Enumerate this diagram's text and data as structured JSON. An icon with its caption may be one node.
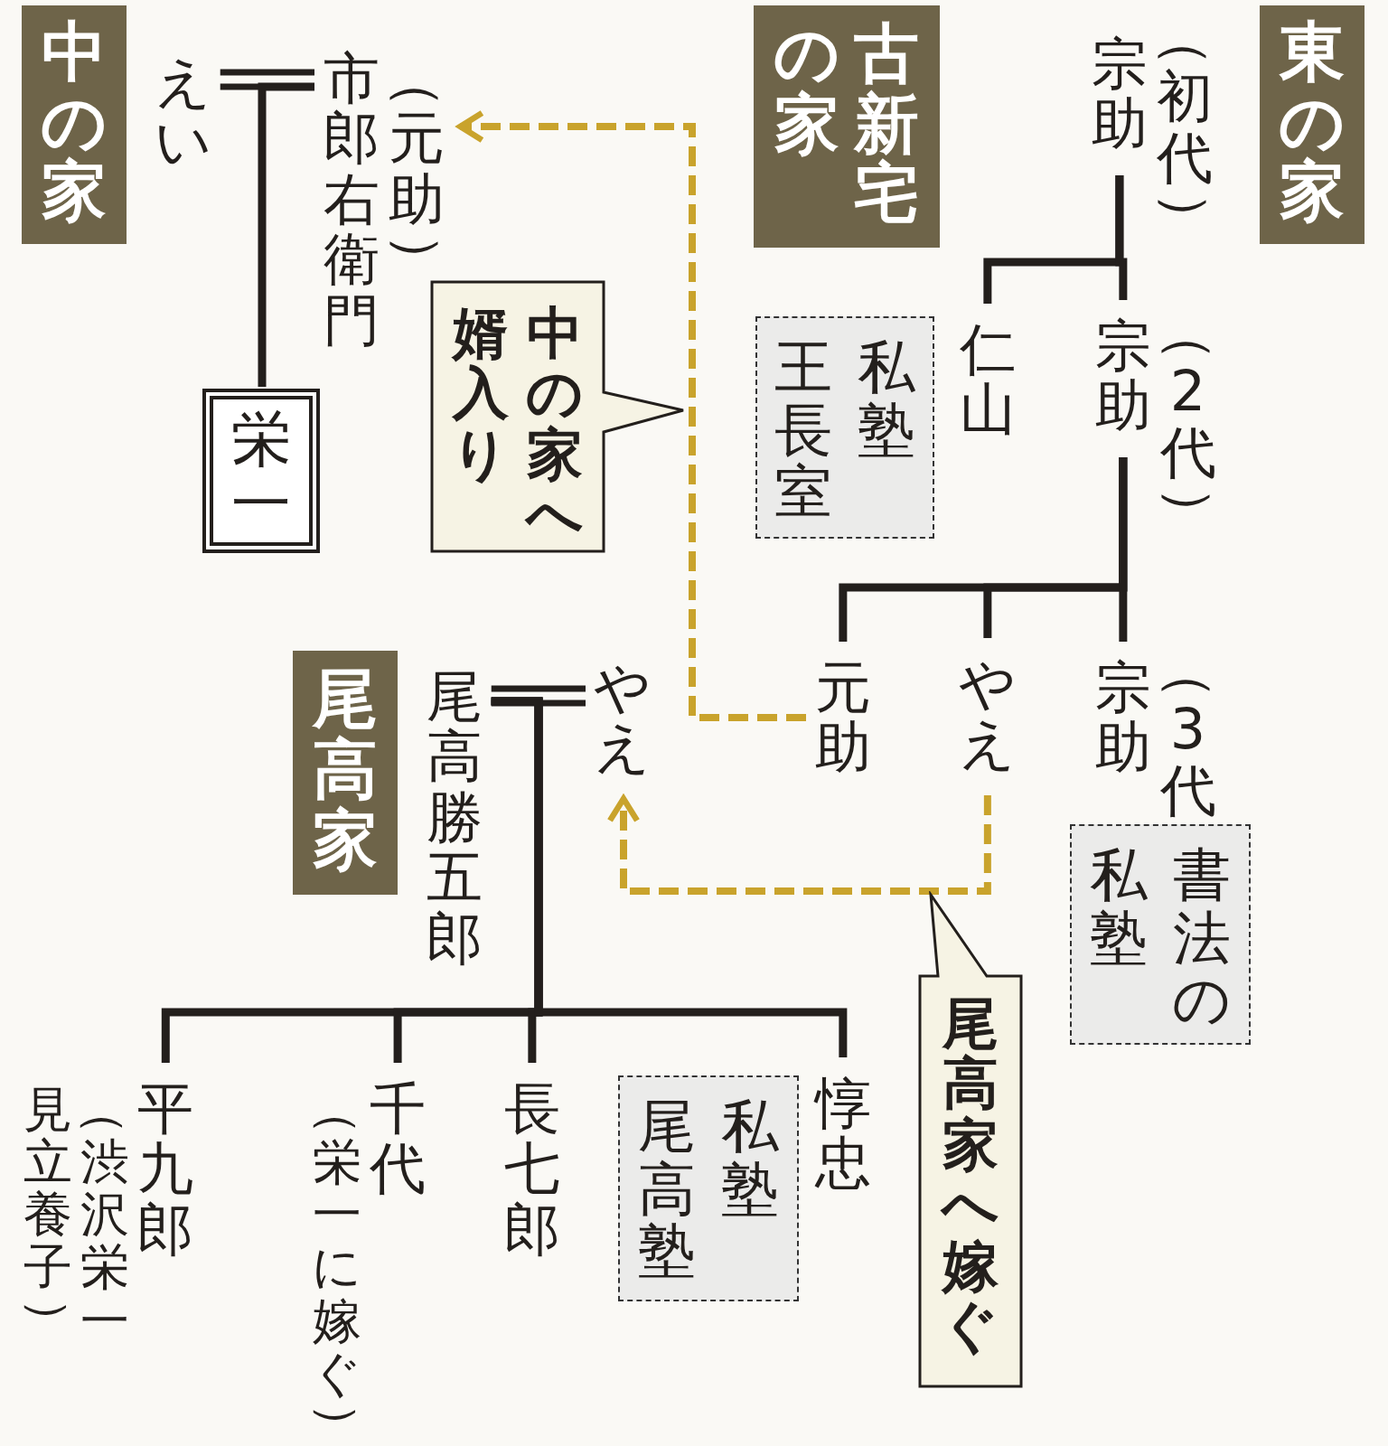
{
  "diagram": {
    "nodes": [
      {
        "text": [
          "東の家"
        ]
      },
      {
        "text": [
          "古新宅の家"
        ]
      },
      {
        "text": [
          "中の家"
        ]
      },
      {
        "text": [
          "宗助"
        ],
        "beside": [
          "（初代）"
        ]
      },
      {
        "text": [
          "仁山"
        ]
      },
      {
        "text": [
          "宗助"
        ],
        "beside": [
          "（2代）"
        ]
      },
      {
        "text": [
          "私塾王長室"
        ]
      },
      {
        "text": [
          "元助"
        ]
      },
      {
        "text": [
          "やえ"
        ]
      },
      {
        "text": [
          "宗助"
        ],
        "beside": [
          "（3代）"
        ]
      },
      {
        "text": [
          "書法の私塾"
        ]
      },
      {
        "text": [
          "市郎右衛門"
        ],
        "beside": [
          "（元助）"
        ]
      },
      {
        "text": [
          "えい"
        ]
      },
      {
        "text": [
          "栄一"
        ]
      },
      {
        "text": [
          "尾高家"
        ]
      },
      {
        "text": [
          "尾高勝五郎"
        ]
      },
      {
        "text": [
          "やえ"
        ]
      },
      {
        "text": [
          "平九郎"
        ],
        "beside": [
          "（渋沢栄一",
          "見立養子）"
        ]
      },
      {
        "text": [
          "千代"
        ],
        "beside": [
          "（栄一に嫁ぐ）"
        ]
      },
      {
        "text": [
          "長七郎"
        ]
      },
      {
        "text": [
          "私塾尾高塾"
        ]
      },
      {
        "text": [
          "惇忠"
        ]
      },
      {
        "text": [
          "中の家へ婿入り"
        ]
      },
      {
        "text": [
          "尾高家へ嫁ぐ"
        ]
      }
    ],
    "edges": [
      {
        "from": 3,
        "to": 4,
        "arrow": "none"
      },
      {
        "from": 3,
        "to": 5,
        "arrow": "none"
      },
      {
        "from": 5,
        "to": 7,
        "arrow": "none"
      },
      {
        "from": 5,
        "to": 8,
        "arrow": "none"
      },
      {
        "from": 5,
        "to": 9,
        "arrow": "none"
      },
      {
        "from": 12,
        "to": 11,
        "arrow": "none"
      },
      {
        "from": 11,
        "to": 13,
        "arrow": "none"
      },
      {
        "from": 16,
        "to": 15,
        "arrow": "none"
      },
      {
        "from": 15,
        "to": 17,
        "arrow": "none"
      },
      {
        "from": 15,
        "to": 18,
        "arrow": "none"
      },
      {
        "from": 15,
        "to": 19,
        "arrow": "none"
      },
      {
        "from": 15,
        "to": 21,
        "arrow": "none"
      },
      {
        "from": 7,
        "to": 11,
        "arrow": "to",
        "style": "dashed",
        "color": "#c9a32c"
      },
      {
        "from": 8,
        "to": 16,
        "arrow": "to",
        "style": "dashed",
        "color": "#c9a32c"
      }
    ]
  }
}
